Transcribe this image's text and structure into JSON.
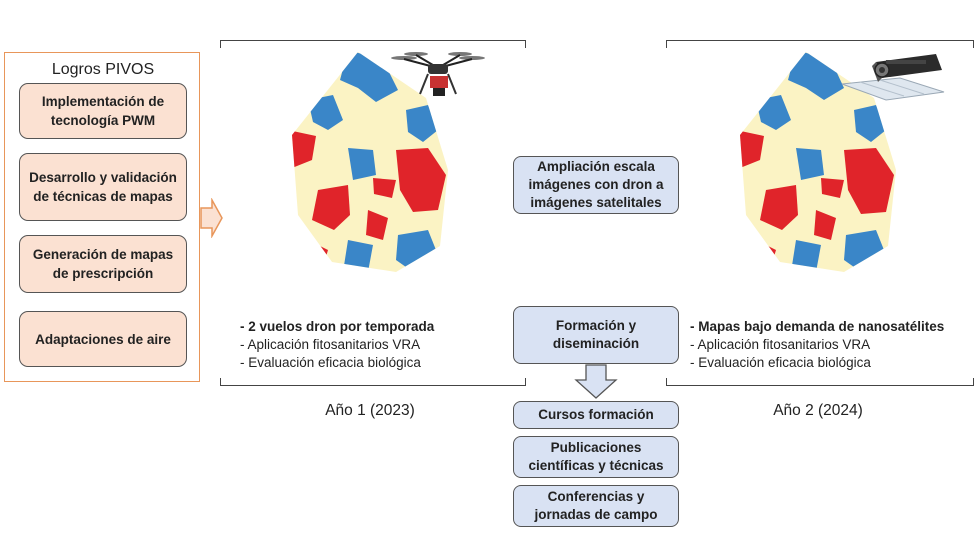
{
  "left_panel": {
    "title": "Logros PIVOS",
    "items": [
      "Implementación de tecnología PWM",
      "Desarrollo y validación de técnicas de mapas",
      "Generación de mapas de prescripción",
      "Adaptaciones de aire"
    ]
  },
  "year1": {
    "label": "Año 1 (2023)",
    "bullets": [
      "- 2 vuelos dron por temporada",
      "- Aplicación fitosanitarios VRA",
      "- Evaluación eficacia biológica"
    ]
  },
  "year2": {
    "label": "Año 2 (2024)",
    "bullets": [
      "- Mapas bajo demanda de nanosatélites",
      "- Aplicación fitosanitarios VRA",
      "- Evaluación eficacia biológica"
    ]
  },
  "center": {
    "scale_box": "Ampliación escala imágenes con dron a imágenes satelitales",
    "training_box": "Formación y diseminación",
    "outputs": [
      "Cursos formación",
      "Publicaciones científicas y técnicas",
      "Conferencias y jornadas de campo"
    ]
  },
  "colors": {
    "left_border": "#e8965a",
    "left_box_fill": "#fbe1d2",
    "blue_box_fill": "#d9e2f3",
    "map_cream": "#fbf3c4",
    "map_blue": "#3a86c8",
    "map_red": "#e0242a"
  },
  "icons": [
    "drone-icon",
    "nanosatellite-icon",
    "arrow-right-icon",
    "arrow-down-icon"
  ]
}
